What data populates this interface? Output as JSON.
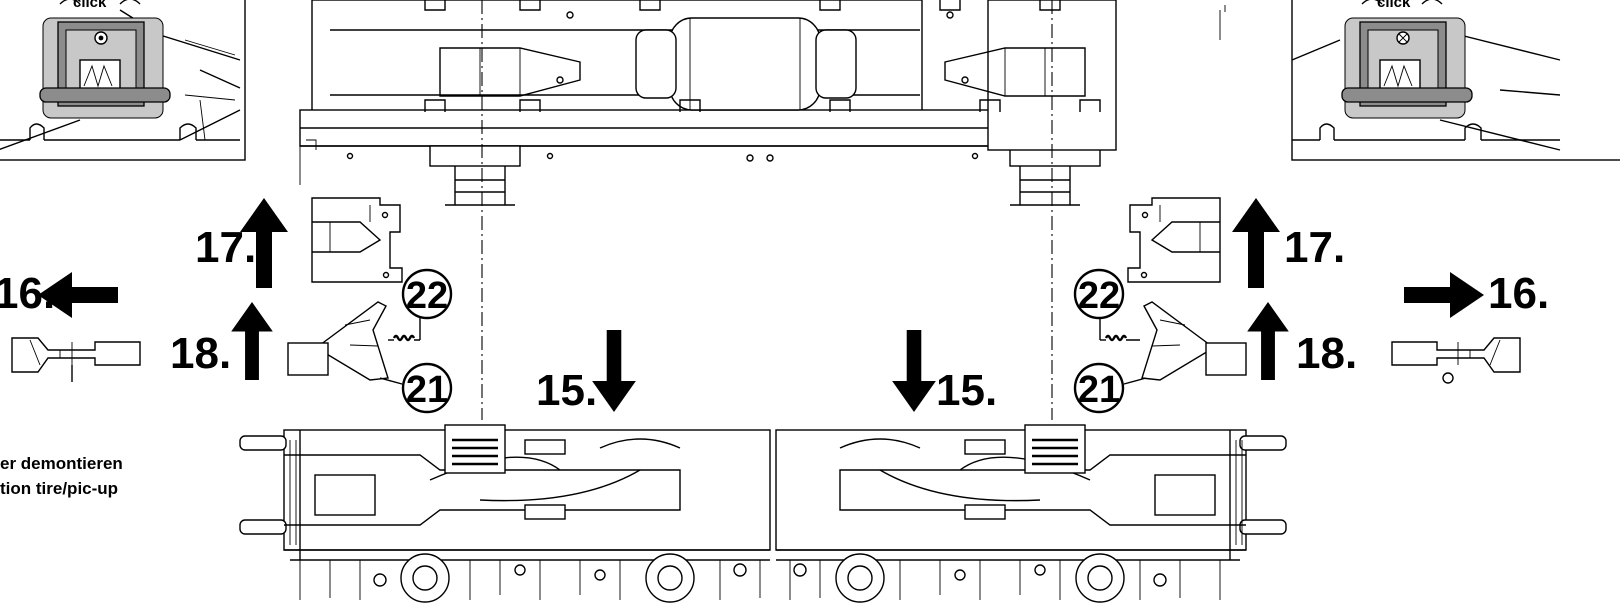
{
  "labels": {
    "step15_left": "15.",
    "step15_right": "15.",
    "step16_left": "16.",
    "step16_right": "16.",
    "step17_left": "17.",
    "step17_right": "17.",
    "step18_left": "18.",
    "step18_right": "18.",
    "part21_left": "21",
    "part21_right": "21",
    "part22_left": "22",
    "part22_right": "22",
    "click_left": "click",
    "click_right": "click"
  },
  "note": {
    "line1": "er demontieren",
    "line2": "tion tire/pic-up"
  },
  "icons": [
    "arrow-up-icon",
    "arrow-down-icon",
    "arrow-left-icon",
    "arrow-right-icon"
  ]
}
